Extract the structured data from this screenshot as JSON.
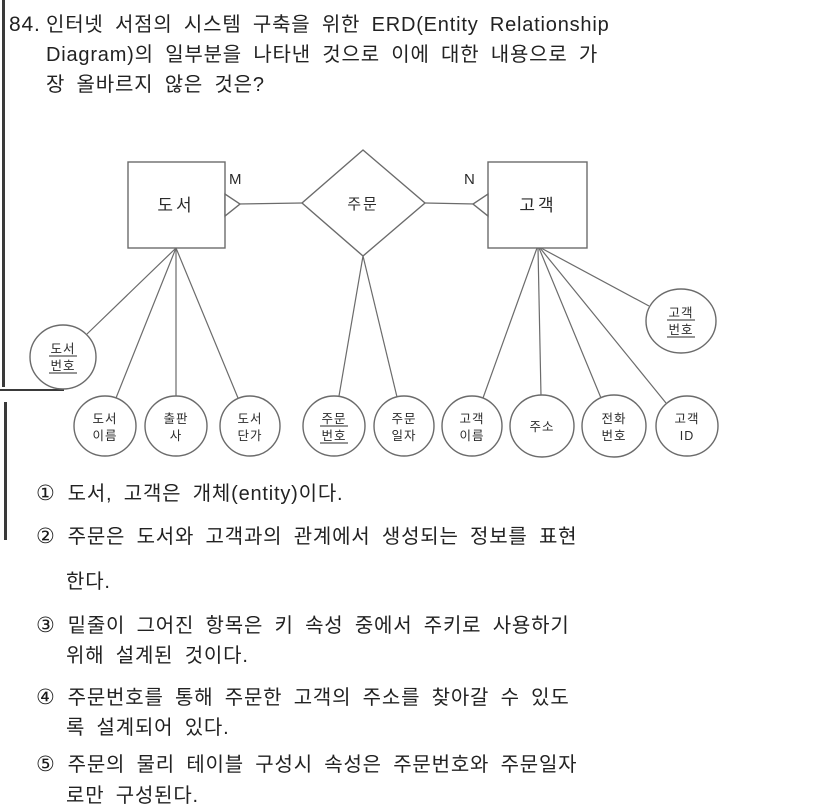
{
  "colors": {
    "ink": "#222222",
    "diagram_line": "#6b6b6b",
    "background": "#ffffff"
  },
  "question": {
    "number": "84.",
    "lines": [
      "인터넷 서점의 시스템 구축을 위한 ERD(Entity Relationship",
      "Diagram)의 일부분을 나타낸 것으로 이에 대한 내용으로 가",
      "장 올바르지 않은 것은?"
    ]
  },
  "diagram": {
    "entities": [
      {
        "label": "도서"
      },
      {
        "label": "고객"
      }
    ],
    "relationship": {
      "label": "주문"
    },
    "cardinality": {
      "left": "M",
      "right": "N"
    },
    "key_ovals": [
      {
        "line1": "도서",
        "line2": "번호",
        "underlined": true
      },
      {
        "line1": "고객",
        "line2": "번호",
        "underlined": true
      }
    ],
    "ovals": [
      {
        "line1": "도서",
        "line2": "이름",
        "underlined": false
      },
      {
        "line1": "출판",
        "line2": "사",
        "underlined": false
      },
      {
        "line1": "도서",
        "line2": "단가",
        "underlined": false
      },
      {
        "line1": "주문",
        "line2": "번호",
        "underlined": true
      },
      {
        "line1": "주문",
        "line2": "일자",
        "underlined": false
      },
      {
        "line1": "고객",
        "line2": "이름",
        "underlined": false
      },
      {
        "line1": "주소",
        "line2": "",
        "underlined": false
      },
      {
        "line1": "전화",
        "line2": "번호",
        "underlined": false
      },
      {
        "line1": "고객",
        "line2": "ID",
        "underlined": false
      }
    ]
  },
  "options": [
    {
      "num": "①",
      "lines": [
        "도서, 고객은 개체(entity)이다."
      ]
    },
    {
      "num": "②",
      "lines": [
        "주문은 도서와 고객과의 관계에서 생성되는 정보를 표현",
        "한다."
      ]
    },
    {
      "num": "③",
      "lines": [
        "밑줄이 그어진 항목은 키 속성 중에서 주키로 사용하기",
        "위해 설계된 것이다."
      ]
    },
    {
      "num": "④",
      "lines": [
        "주문번호를 통해 주문한 고객의 주소를 찾아갈 수 있도",
        "록 설계되어 있다."
      ]
    },
    {
      "num": "⑤",
      "lines": [
        "주문의 물리 테이블 구성시 속성은 주문번호와 주문일자",
        "로만 구성된다."
      ]
    }
  ]
}
